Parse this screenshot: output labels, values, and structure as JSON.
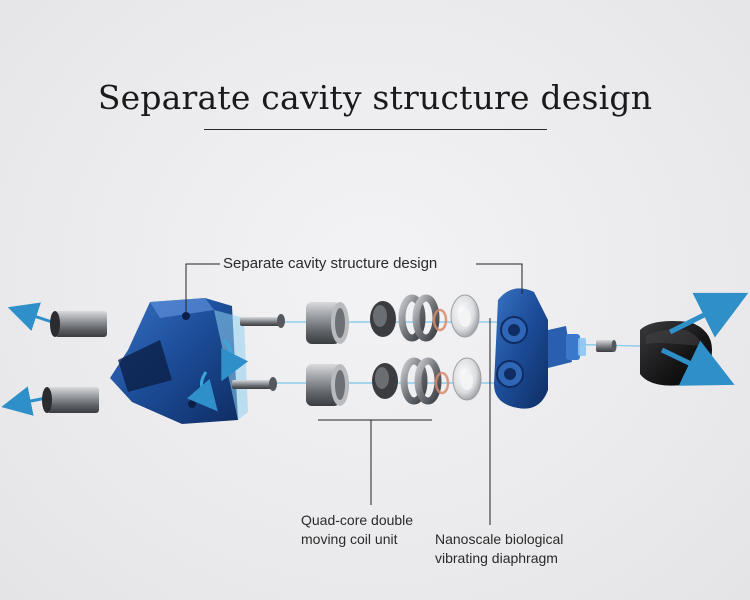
{
  "title": "Separate cavity structure design",
  "callouts": {
    "cavity": "Separate cavity structure design",
    "quad_line1": "Quad-core double",
    "quad_line2": "moving coil unit",
    "nano_line1": "Nanoscale biological",
    "nano_line2": "vibrating diaphragm"
  },
  "colors": {
    "housing_blue": "#1d4f9c",
    "arrow_cyan": "#2f8fc9",
    "metal": "#8a8d92",
    "eartip": "#1b1b1d"
  }
}
